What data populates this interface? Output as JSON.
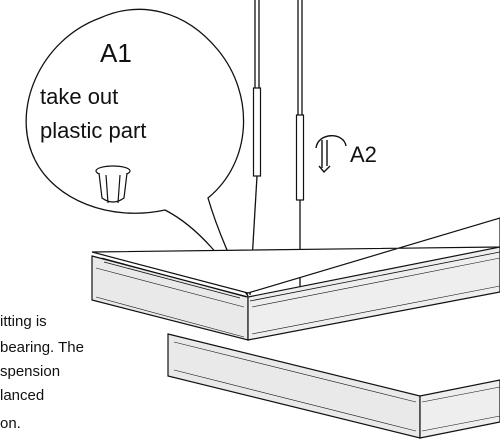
{
  "callout": {
    "label": "A1",
    "line1": "take out",
    "line2": "plastic part",
    "part_icon": "plastic-insert-icon"
  },
  "hook": {
    "label": "A2",
    "icon": "hook-clip-icon"
  },
  "note": {
    "line1": "itting is",
    "line2": "bearing. The",
    "line3": "spension",
    "line4": "lanced",
    "line5": "on."
  },
  "colors": {
    "ink": "#111111",
    "panel_side": "#e9e9e9",
    "panel_top": "#ffffff"
  }
}
